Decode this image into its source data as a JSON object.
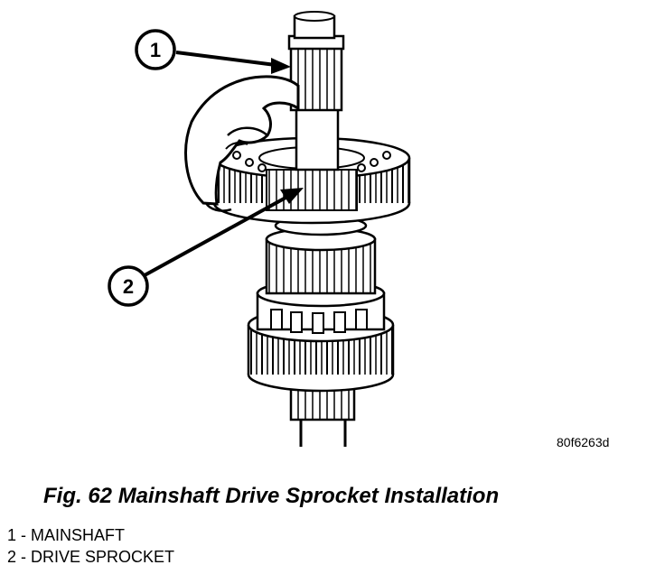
{
  "figure": {
    "callouts": [
      {
        "number": "1"
      },
      {
        "number": "2"
      }
    ],
    "code": "80f6263d"
  },
  "caption": "Fig. 62 Mainshaft Drive Sprocket Installation",
  "legend": [
    {
      "text": "1 - MAINSHAFT"
    },
    {
      "text": "2 - DRIVE SPROCKET"
    }
  ]
}
